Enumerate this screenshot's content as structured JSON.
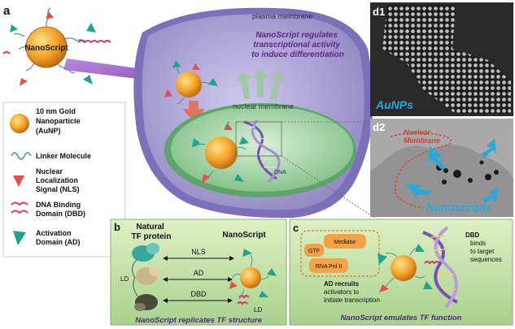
{
  "panel_letters": {
    "a": "a",
    "b": "b",
    "c": "c",
    "d1": "d1",
    "d2": "d2"
  },
  "cell": {
    "plasma_membrane": "plasma membrane",
    "nuclear_membrane": "nuclear membrane",
    "title_lines": [
      "NanoScript regulates",
      "transcriptional activity",
      "to induce differentiation"
    ],
    "dna_label": "DNA"
  },
  "nanoscript_label": "NanoScript",
  "legend": {
    "items": [
      {
        "name": "gold-nanoparticle",
        "lines": [
          "10 nm Gold",
          "Nanoparticle",
          "(AuNP)"
        ]
      },
      {
        "name": "linker-molecule",
        "lines": [
          "Linker Molecule"
        ]
      },
      {
        "name": "nls",
        "lines": [
          "Nuclear",
          "Localization",
          "Signal (NLS)"
        ]
      },
      {
        "name": "dbd",
        "lines": [
          "DNA Binding",
          "Domain (DBD)"
        ]
      },
      {
        "name": "ad",
        "lines": [
          "Activation",
          "Domain (AD)"
        ]
      }
    ]
  },
  "panel_b": {
    "left_title": [
      "Natural",
      "TF protein"
    ],
    "right_title": "NanoScript",
    "rows": [
      "NLS",
      "AD",
      "DBD"
    ],
    "ld_left": "LD",
    "ld_right": "LD",
    "caption": "NanoScript replicates TF structure"
  },
  "panel_c": {
    "mediator": "Mediator",
    "gtf": "GTF",
    "rna_pol": "RNA Pol II",
    "ad_text": [
      "AD recruits",
      "activators to",
      "initiate transcription"
    ],
    "dbd_text": [
      "DBD",
      "binds",
      "to target",
      "sequences"
    ],
    "caption": "NanoScript emulates TF function"
  },
  "panel_d1": {
    "label": "AuNPs"
  },
  "panel_d2": {
    "nuclear_label": [
      "Nuclear",
      "Membrane"
    ],
    "label": "Nanoscripts"
  },
  "colors": {
    "gold": "#e8961c",
    "cell": "#a79fd0",
    "nucleus": "#a9d6a8",
    "panel_green": "#c8e4a4",
    "title_purple": "#5b2a86",
    "cyan_label": "#2aa9d8",
    "caption_purple": "#4b2a7a"
  }
}
